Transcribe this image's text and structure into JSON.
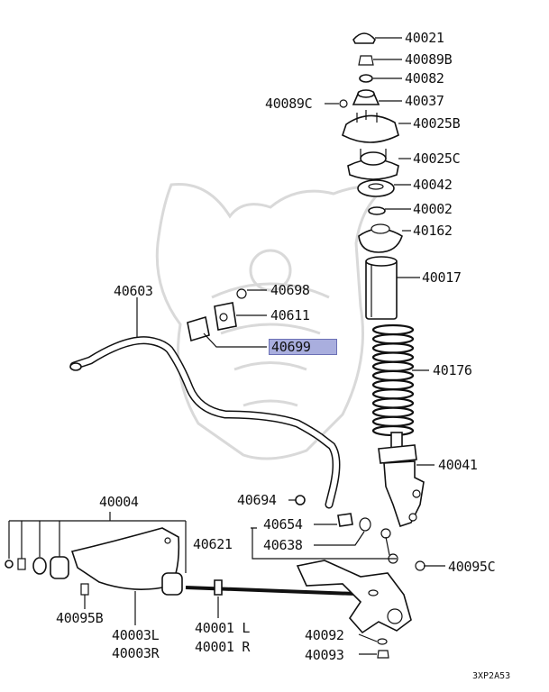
{
  "labels": {
    "p40021": "40021",
    "p40089B": "40089B",
    "p40082": "40082",
    "p40089C": "40089C",
    "p40037": "40037",
    "p40025B": "40025B",
    "p40025C": "40025C",
    "p40042": "40042",
    "p40002": "40002",
    "p40162": "40162",
    "p40017": "40017",
    "p40603": "40603",
    "p40698": "40698",
    "p40611": "40611",
    "p40699": "40699",
    "p40176": "40176",
    "p40041": "40041",
    "p40004": "40004",
    "p40694": "40694",
    "p40654": "40654",
    "p40621": "40621",
    "p40638": "40638",
    "p40095C": "40095C",
    "p40095B": "40095B",
    "p40003L": "40003L",
    "p40003R": "40003R",
    "p40001L": "40001 L",
    "p40001R": "40001 R",
    "p40092": "40092",
    "p40093": "40093"
  },
  "diagram_ref": "3XP2A53",
  "highlight": {
    "part": "40699",
    "color": "#a9aede"
  }
}
